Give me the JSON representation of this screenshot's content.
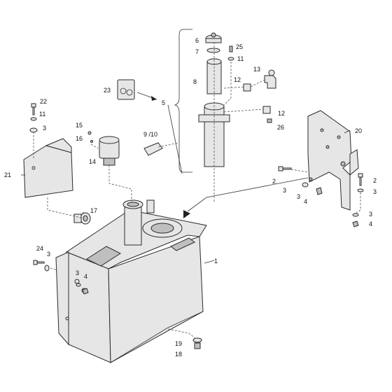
{
  "diagram": {
    "labels": [
      {
        "id": "l1",
        "text": "1"
      },
      {
        "id": "l2a",
        "text": "2"
      },
      {
        "id": "l2b",
        "text": "2"
      },
      {
        "id": "l3a",
        "text": "3"
      },
      {
        "id": "l3b",
        "text": "3"
      },
      {
        "id": "l3c",
        "text": "3"
      },
      {
        "id": "l3d",
        "text": "3"
      },
      {
        "id": "l3e",
        "text": "3"
      },
      {
        "id": "l3f",
        "text": "3"
      },
      {
        "id": "l3g",
        "text": "3"
      },
      {
        "id": "l4a",
        "text": "4"
      },
      {
        "id": "l4b",
        "text": "4"
      },
      {
        "id": "l4c",
        "text": "4"
      },
      {
        "id": "l5",
        "text": "5"
      },
      {
        "id": "l6",
        "text": "6"
      },
      {
        "id": "l7",
        "text": "7"
      },
      {
        "id": "l8",
        "text": "8"
      },
      {
        "id": "l9",
        "text": "9 /10"
      },
      {
        "id": "l11a",
        "text": "11"
      },
      {
        "id": "l11b",
        "text": "11"
      },
      {
        "id": "l12a",
        "text": "12"
      },
      {
        "id": "l12b",
        "text": "12"
      },
      {
        "id": "l13",
        "text": "13"
      },
      {
        "id": "l14",
        "text": "14"
      },
      {
        "id": "l15",
        "text": "15"
      },
      {
        "id": "l16",
        "text": "16"
      },
      {
        "id": "l17",
        "text": "17"
      },
      {
        "id": "l18",
        "text": "18"
      },
      {
        "id": "l19",
        "text": "19"
      },
      {
        "id": "l20",
        "text": "20"
      },
      {
        "id": "l21",
        "text": "21"
      },
      {
        "id": "l22",
        "text": "22"
      },
      {
        "id": "l23",
        "text": "23"
      },
      {
        "id": "l24",
        "text": "24"
      },
      {
        "id": "l25",
        "text": "25"
      },
      {
        "id": "l26",
        "text": "26"
      }
    ]
  }
}
